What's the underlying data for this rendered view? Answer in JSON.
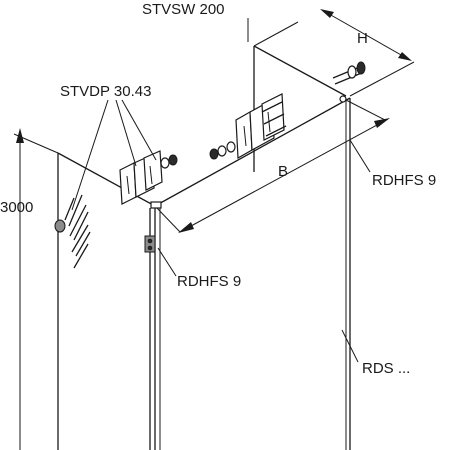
{
  "labels": {
    "stvsw": "STVSW 200",
    "h": "H",
    "stvdp": "STVDP 30.43",
    "b": "B",
    "rdhfs_right": "RDHFS 9",
    "height_3000": "3000",
    "rdhfs_center": "RDHFS 9",
    "rds": "RDS ..."
  }
}
